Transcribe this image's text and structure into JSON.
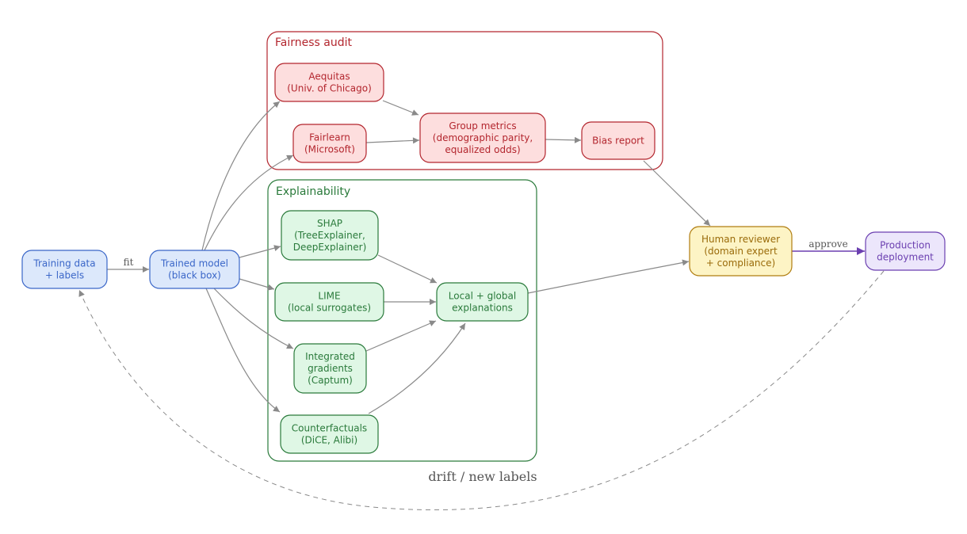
{
  "colors": {
    "blue_fill": "#dce8fb",
    "blue_stroke": "#3a66c8",
    "blue_text": "#3a66c8",
    "red_fill": "#fddede",
    "red_stroke": "#b3262e",
    "red_text": "#b3262e",
    "green_fill": "#dff7e5",
    "green_stroke": "#2a7a3b",
    "green_text": "#2a7a3b",
    "yellow_fill": "#fdf4c5",
    "yellow_stroke": "#b07d10",
    "yellow_text": "#9a6b0a",
    "purple_fill": "#ece6fb",
    "purple_stroke": "#6b3fb0",
    "purple_text": "#6b3fb0",
    "edge": "#8a8a8a",
    "edge_label": "#555555"
  },
  "clusters": {
    "fairness": {
      "label": "Fairness audit"
    },
    "explainability": {
      "label": "Explainability"
    }
  },
  "nodes": {
    "training_data": {
      "lines": [
        "Training data",
        "+ labels"
      ]
    },
    "trained_model": {
      "lines": [
        "Trained model",
        "(black box)"
      ]
    },
    "aequitas": {
      "lines": [
        "Aequitas",
        "(Univ. of Chicago)"
      ]
    },
    "fairlearn": {
      "lines": [
        "Fairlearn",
        "(Microsoft)"
      ]
    },
    "group_metrics": {
      "lines": [
        "Group metrics",
        "(demographic parity,",
        "equalized odds)"
      ]
    },
    "bias_report": {
      "lines": [
        "Bias report"
      ]
    },
    "shap": {
      "lines": [
        "SHAP",
        "(TreeExplainer,",
        "DeepExplainer)"
      ]
    },
    "lime": {
      "lines": [
        "LIME",
        "(local surrogates)"
      ]
    },
    "integrated_gradients": {
      "lines": [
        "Integrated",
        "gradients",
        "(Captum)"
      ]
    },
    "counterfactuals": {
      "lines": [
        "Counterfactuals",
        "(DiCE, Alibi)"
      ]
    },
    "local_global": {
      "lines": [
        "Local + global",
        "explanations"
      ]
    },
    "human_reviewer": {
      "lines": [
        "Human reviewer",
        "(domain expert",
        "+ compliance)"
      ]
    },
    "production": {
      "lines": [
        "Production",
        "deployment"
      ]
    }
  },
  "edge_labels": {
    "fit": "fit",
    "approve": "approve",
    "drift": "drift / new labels"
  }
}
